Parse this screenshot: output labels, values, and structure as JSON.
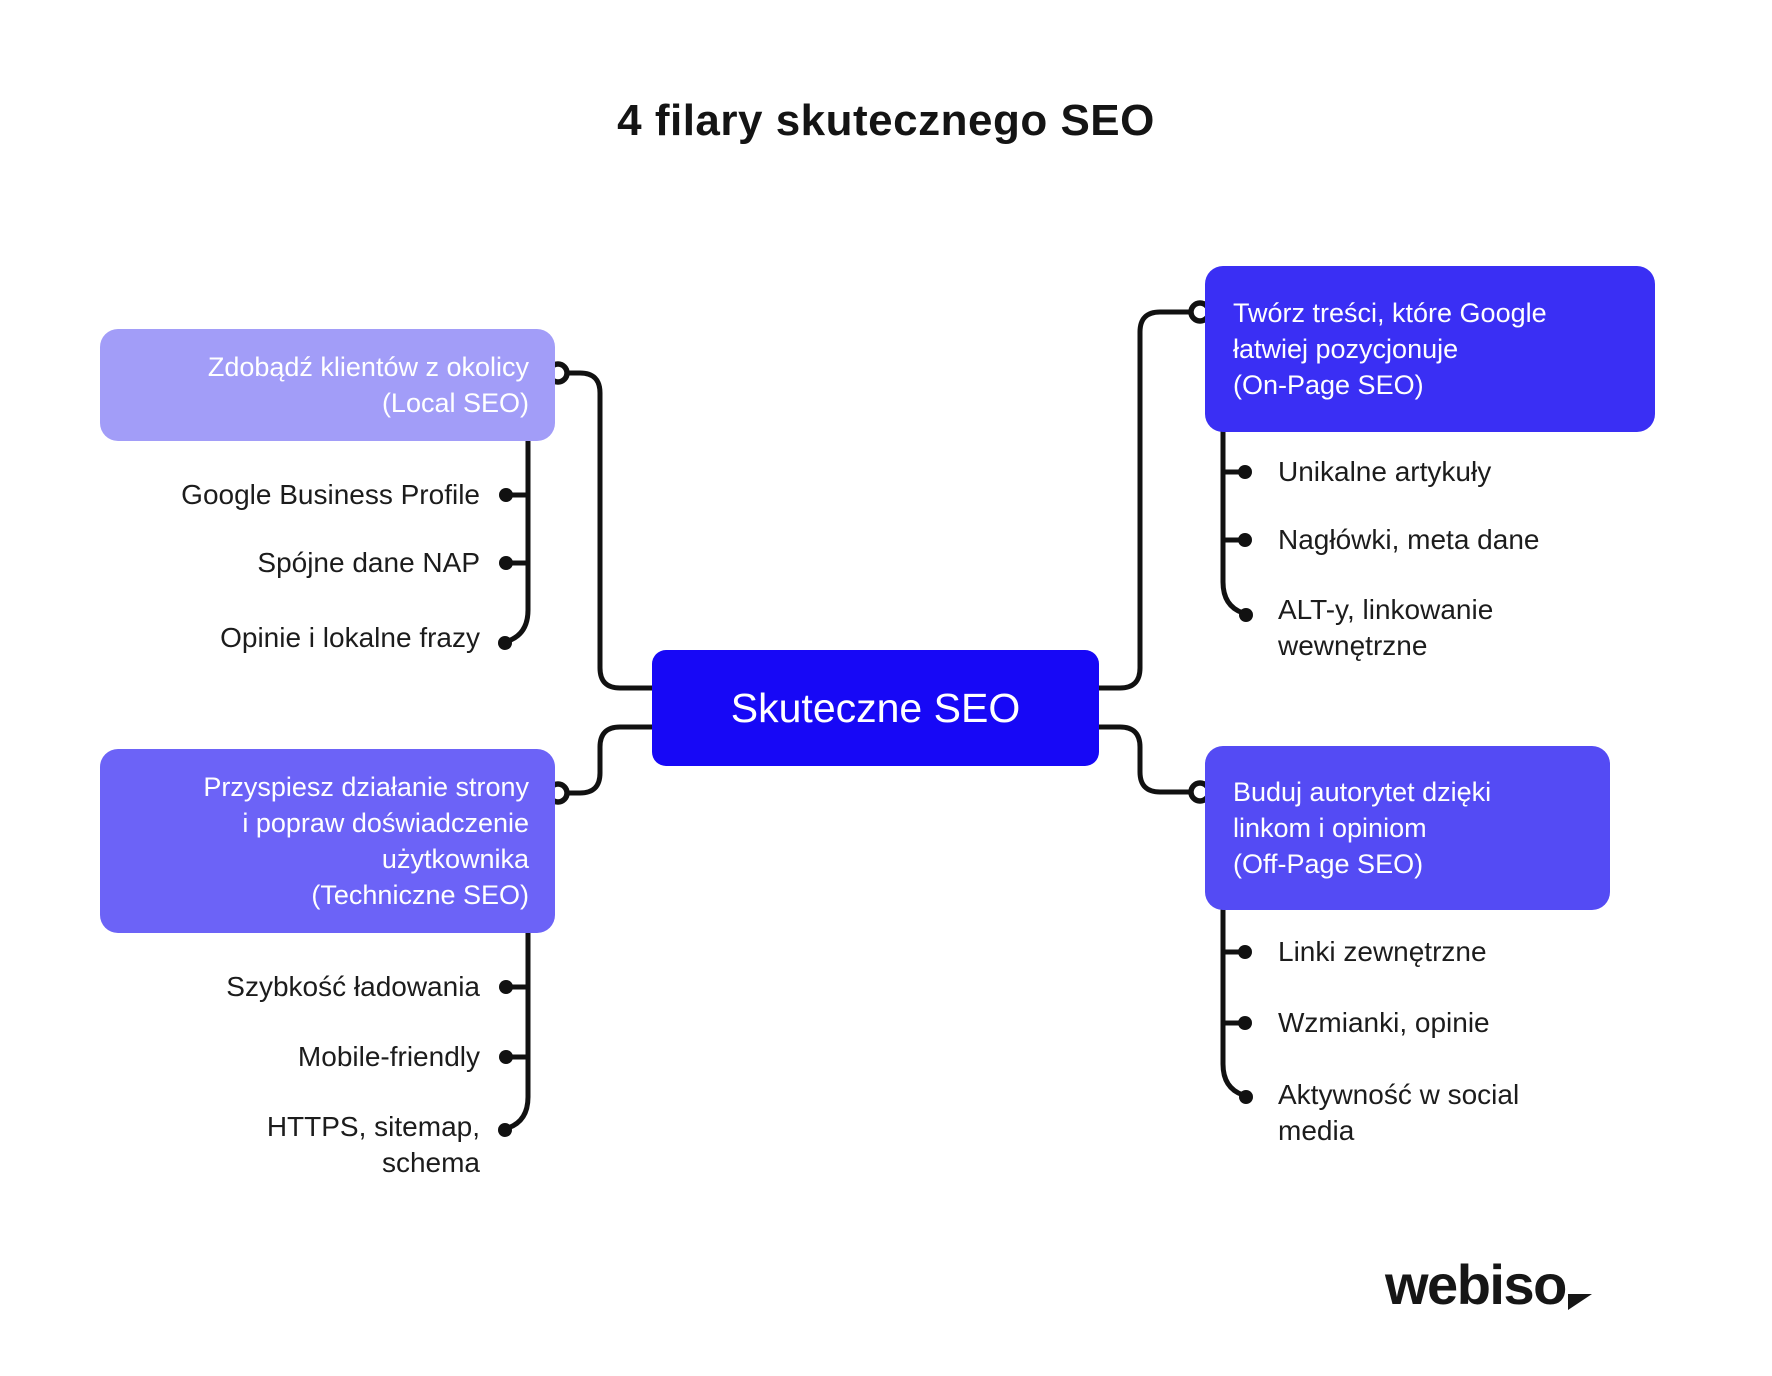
{
  "title": "4 filary skutecznego SEO",
  "center": {
    "label": "Skuteczne SEO",
    "color": "#1708f6"
  },
  "branches": [
    {
      "id": "local",
      "title": "Zdobądź klientów z okolicy\n(Local SEO)",
      "color": "#a29df8",
      "items": [
        "Google Business Profile",
        "Spójne dane NAP",
        "Opinie i lokalne frazy"
      ]
    },
    {
      "id": "onpage",
      "title": "Twórz treści, które Google\nłatwiej pozycjonuje\n(On-Page SEO)",
      "color": "#3a2ff4",
      "items": [
        "Unikalne artykuły",
        "Nagłówki, meta dane",
        "ALT-y, linkowanie\nwewnętrzne"
      ]
    },
    {
      "id": "technical",
      "title": "Przyspiesz działanie strony\ni popraw doświadczenie\nużytkownika\n(Techniczne SEO)",
      "color": "#6c63f7",
      "items": [
        "Szybkość ładowania",
        "Mobile-friendly",
        "HTTPS, sitemap,\nschema"
      ]
    },
    {
      "id": "offpage",
      "title": "Buduj autorytet dzięki\nlinkom i opiniom\n(Off-Page SEO)",
      "color": "#544bf4",
      "items": [
        "Linki zewnętrzne",
        "Wzmianki, opinie",
        "Aktywność w social\nmedia"
      ]
    }
  ],
  "logo": {
    "text": "webiso"
  },
  "connector_color": "#111111"
}
